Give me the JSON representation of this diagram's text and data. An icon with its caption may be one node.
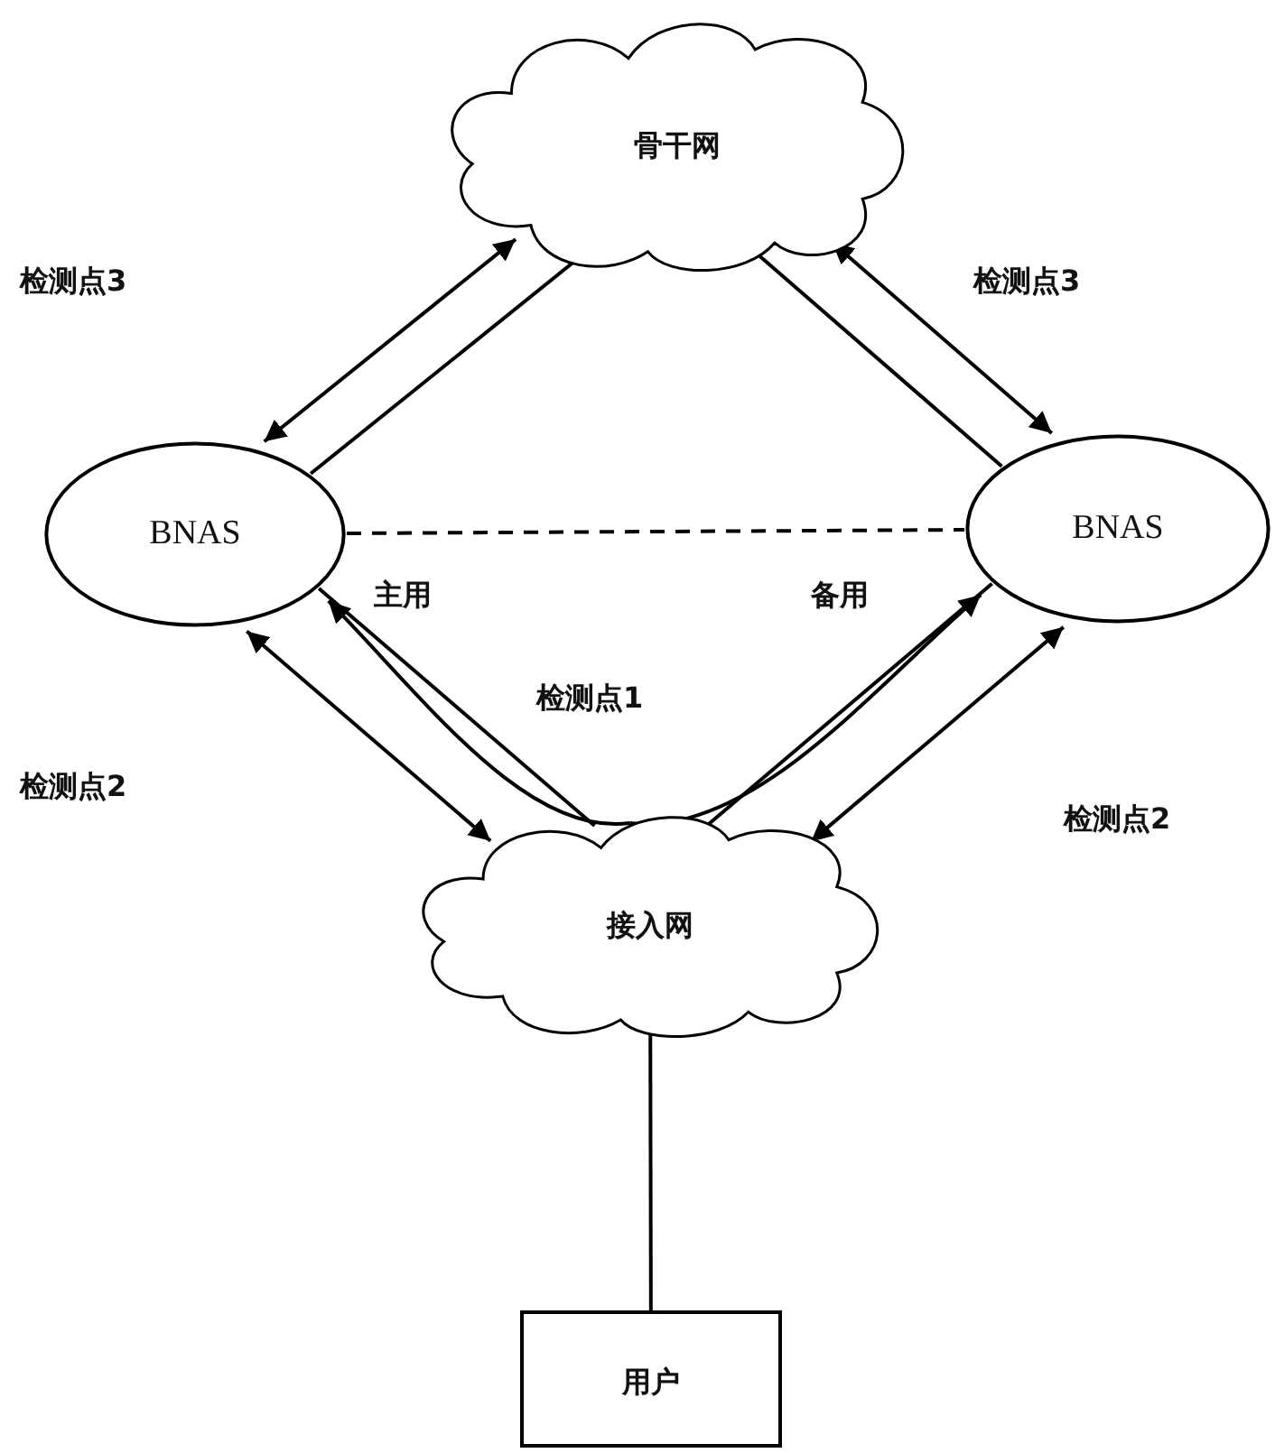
{
  "diagram": {
    "nodes": [
      {
        "text": [
          "骨干网"
        ]
      },
      {
        "text": [
          "BNAS"
        ]
      },
      {
        "text": [
          "BNAS"
        ]
      },
      {
        "text": [
          "接入网"
        ]
      },
      {
        "text": [
          "用户"
        ]
      }
    ],
    "edges": [
      {
        "from": 0,
        "to": 1,
        "arrow": "none"
      },
      {
        "from": 0,
        "to": 1,
        "arrow": "both"
      },
      {
        "from": 0,
        "to": 2,
        "arrow": "none"
      },
      {
        "from": 0,
        "to": 2,
        "arrow": "both"
      },
      {
        "from": 1,
        "to": 2,
        "arrow": "none",
        "style": "dashed"
      },
      {
        "from": 1,
        "to": 3,
        "arrow": "none"
      },
      {
        "from": 1,
        "to": 3,
        "arrow": "both"
      },
      {
        "from": 2,
        "to": 3,
        "arrow": "none"
      },
      {
        "from": 2,
        "to": 3,
        "arrow": "both"
      },
      {
        "from": 3,
        "to": 1,
        "arrow": "to"
      },
      {
        "from": 3,
        "to": 2,
        "arrow": "to"
      },
      {
        "from": 3,
        "to": 4,
        "arrow": "none"
      }
    ],
    "labels": [
      "检测点3",
      "检测点3",
      "主用",
      "备用",
      "检测点1",
      "检测点2",
      "检测点2"
    ]
  }
}
